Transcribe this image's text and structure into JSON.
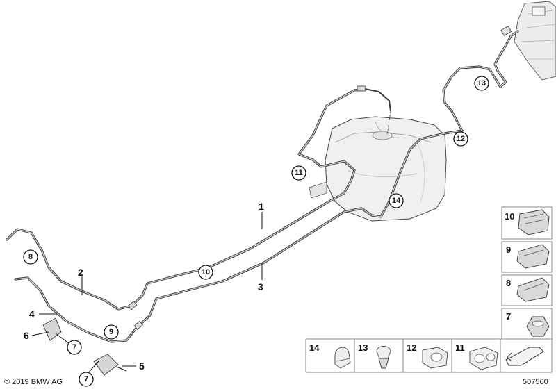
{
  "callouts": {
    "c1": "1",
    "c2": "2",
    "c3": "3",
    "c4": "4",
    "c5": "5",
    "c6": "6",
    "c7a": "7",
    "c7b": "7",
    "c8": "8",
    "c9": "9",
    "c10": "10",
    "c11": "11",
    "c12": "12",
    "c13": "13",
    "c14": "14"
  },
  "side_parts": {
    "p10": "10",
    "p9": "9",
    "p8": "8",
    "p7": "7"
  },
  "bottom_parts": {
    "p14": "14",
    "p13": "13",
    "p12": "12",
    "p11": "11"
  },
  "footer": {
    "copyright": "© 2019 BMW AG",
    "diagram_number": "507560"
  }
}
